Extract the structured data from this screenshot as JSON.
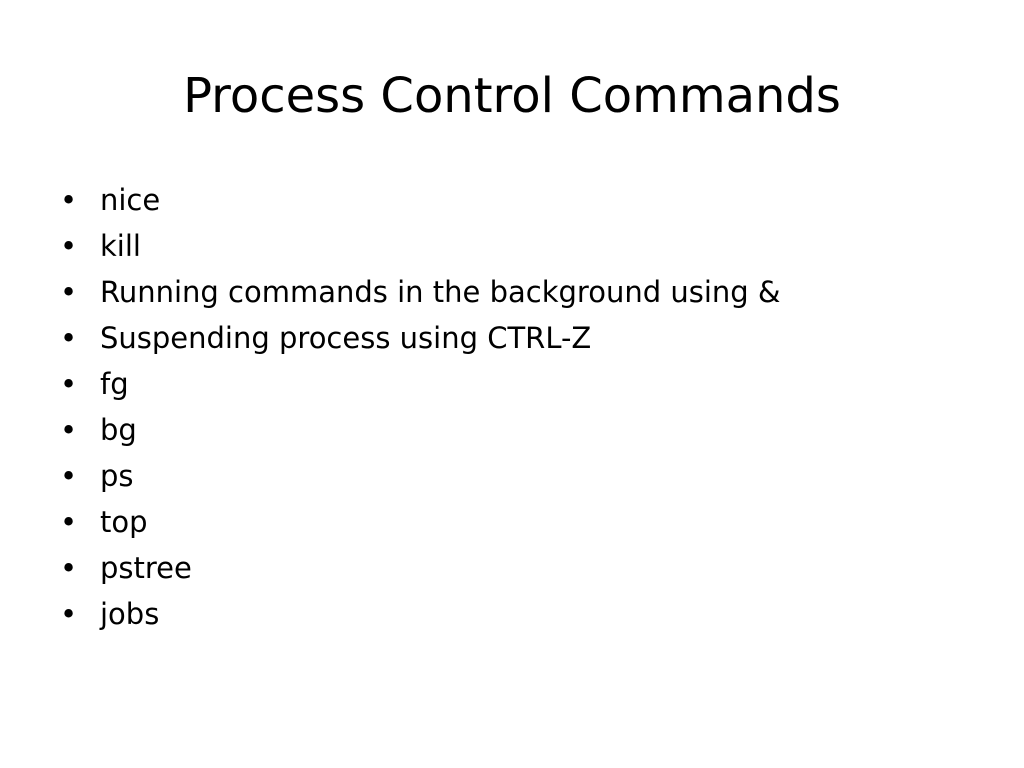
{
  "slide": {
    "title": "Process Control Commands",
    "bullet_glyph": "•",
    "items": [
      "nice",
      "kill",
      "Running commands in the background using &",
      "Suspending process using CTRL-Z",
      "fg",
      "bg",
      "ps",
      "top",
      "pstree",
      "jobs"
    ]
  }
}
